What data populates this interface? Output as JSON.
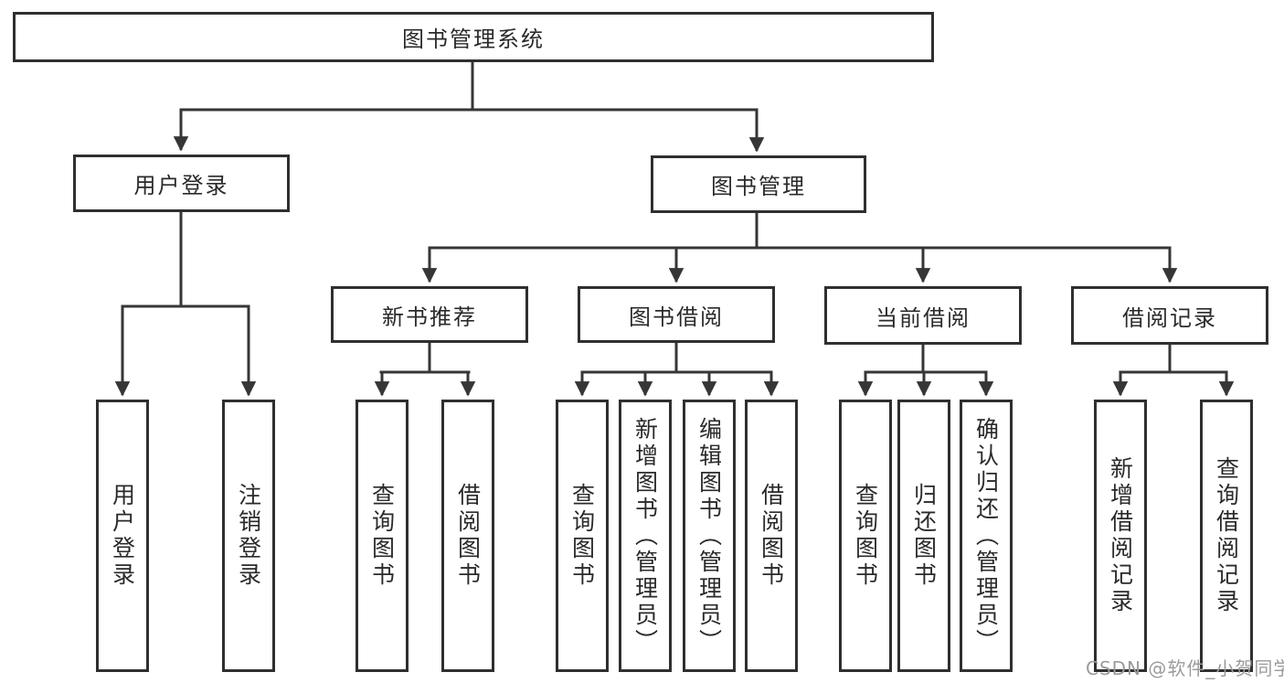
{
  "tree": {
    "root": {
      "label": "图书管理系统",
      "children": [
        {
          "label": "用户登录",
          "children": [
            {
              "label": "用户登录"
            },
            {
              "label": "注销登录"
            }
          ]
        },
        {
          "label": "图书管理",
          "children": [
            {
              "label": "新书推荐",
              "children": [
                {
                  "label": "查询图书"
                },
                {
                  "label": "借阅图书"
                }
              ]
            },
            {
              "label": "图书借阅",
              "children": [
                {
                  "label": "查询图书"
                },
                {
                  "label": "新增图书（管理员）"
                },
                {
                  "label": "编辑图书（管理员）"
                },
                {
                  "label": "借阅图书"
                }
              ]
            },
            {
              "label": "当前借阅",
              "children": [
                {
                  "label": "查询图书"
                },
                {
                  "label": "归还图书"
                },
                {
                  "label": "确认归还（管理员）"
                }
              ]
            },
            {
              "label": "借阅记录",
              "children": [
                {
                  "label": "新增借阅记录"
                },
                {
                  "label": "查询借阅记录"
                }
              ]
            }
          ]
        }
      ]
    }
  },
  "watermark": {
    "text": "CSDN @软件_小贺同学"
  },
  "colors": {
    "line": "#363636",
    "border": "#2f2f2f",
    "text": "#2a2a2a",
    "watermark": "#9b9b9b",
    "background": "#ffffff"
  }
}
